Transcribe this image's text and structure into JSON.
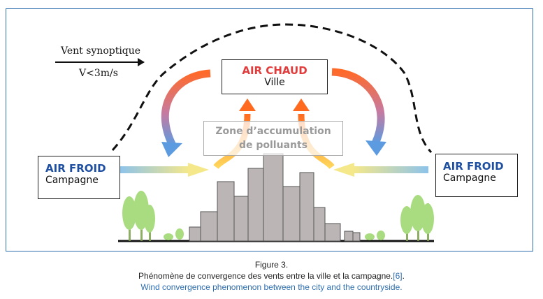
{
  "diagram": {
    "wind_title": "Vent synoptique",
    "wind_speed": "V<3m/s",
    "hot_title": "AIR CHAUD",
    "hot_sub": "Ville",
    "zone_line1": "Zone d’accumulation",
    "zone_line2": "de polluants",
    "cold_left_title": "AIR FROID",
    "cold_left_sub": "Campagne",
    "cold_right_title": "AIR FROID",
    "cold_right_sub": "Campagne",
    "colors": {
      "hot": "#e23b3b",
      "cold": "#1f4fa0",
      "building": "#bcb5b5",
      "tree": "#9bd66a",
      "frame": "#2f6fb0"
    }
  },
  "caption": {
    "figure": "Figure 3.",
    "french": "Phénomène de convergence des vents entre la ville et la campagne.",
    "ref": "[6]",
    "period": ".",
    "english": "Wind convergence phenomenon between the city and the countryside."
  }
}
